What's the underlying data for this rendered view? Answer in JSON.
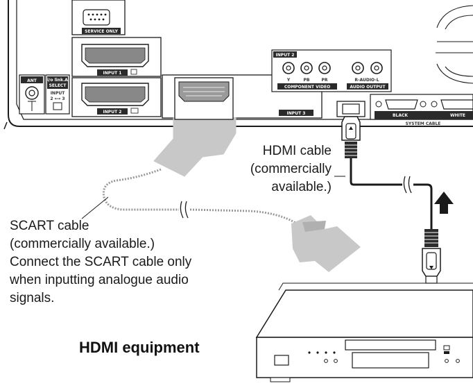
{
  "panel": {
    "service_label": "SERVICE  ONLY",
    "input1_label": "INPUT 1",
    "input2_label": "INPUT 2",
    "input3_label": "INPUT 3",
    "ant_label": "ANT",
    "select_label_1": "i/o link.A",
    "select_label_2": "SELECT",
    "select_label_3": "INPUT",
    "select_label_4": "2 ⟷ 3",
    "component_header": "INPUT 2",
    "component_y": "Y",
    "component_pb": "PB",
    "component_pr": "PR",
    "component_label": "COMPONENT VIDEO",
    "audio_r_l": "R-AUDIO-L",
    "audio_label": "AUDIO OUTPUT",
    "black_label": "BLACK",
    "white_label": "WHITE",
    "system_cable_label": "SYSTEM CABLE"
  },
  "labels": {
    "hdmi_cable": [
      "HDMI cable",
      "(commercially",
      "available.)"
    ],
    "scart_cable": [
      "SCART cable",
      "(commercially available.)",
      "Connect the SCART cable only",
      "when inputting analogue audio",
      "signals."
    ],
    "equipment": "HDMI equipment"
  },
  "colors": {
    "line": "#1a1a1a",
    "panel_fill": "#ffffff",
    "label_box": "#2b2b2b",
    "scart_plug": "#c8c8c8",
    "dotted_cable": "#999999"
  }
}
